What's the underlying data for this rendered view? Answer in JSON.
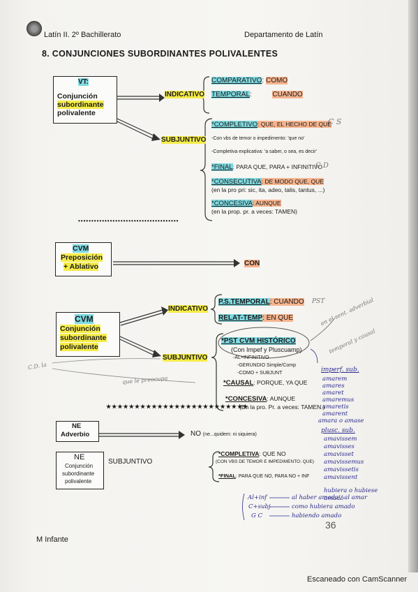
{
  "header": {
    "left": "Latín II. 2º Bachillerato",
    "right": "Departamento de Latín",
    "title": "8. CONJUNCIONES SUBORDINANTES POLIVALENTES"
  },
  "vt": {
    "tag": "VT:",
    "line1": "Conjunción",
    "line2": "subordinante",
    "line3": "polivalente",
    "indicativo": "INDICATIVO",
    "subjuntivo": "SUBJUNTIVO",
    "ind_items": [
      {
        "label": "COMPARATIVO",
        "sep": ":",
        "value": "COMO"
      },
      {
        "label": "TEMPORAL",
        "sep": ":",
        "value": "CUANDO"
      }
    ],
    "sub": {
      "completivo_label": "*COMPLETIVO",
      "completivo_value": ": QUE, EL HECHO DE QUE",
      "temor": "-Con vbs de temor o impedimento: 'que no'",
      "explicativa": "-Completiva explicativa: 'a saber, o sea, es decir'",
      "final_label": "*FINAL",
      "final_value": ": PARA QUE, PARA + INFINITIVO",
      "consec_label": "*CONSECUTIVA",
      "consec_value": ": DE MODO QUE, QUE",
      "consec_note": "(en la pro pri: sic, ita, adeo, talis, tantus, ...)",
      "conc_label": "*CONCESIVA",
      "conc_value": ": AUNQUE",
      "conc_note": "(en la prop. pr. a veces: TAMEN)"
    }
  },
  "cvm1": {
    "line1": "CVM",
    "line2": "Preposición",
    "line3": "+ Ablativo",
    "result": "CON"
  },
  "cvm2": {
    "line1": "CVM",
    "line2": "Conjunción",
    "line3": "subordinante",
    "line4": "polivalente",
    "indicativo": "INDICATIVO",
    "subjuntivo": "SUBJUNTIVO",
    "ind1_label": "P.S.TEMPORAL",
    "ind1_value": ": CUANDO",
    "ind2_label": "RELAT-TEMP",
    "ind2_value": ": EN QUE",
    "pst_label": "*PST CVM HISTÓRICO",
    "pst_note": "(Con Impef y Pluscuamp)",
    "pst_item1": "-AL+INFINITIVO",
    "pst_item2": "-GERUNDIO Simple/Comp",
    "pst_item3": "-COMO + SUBJUNT",
    "causal_label": "*CAUSAL",
    "causal_value": ": PORQUE, YA QUE",
    "conc_label": "*CONCESIVA",
    "conc_value": ": AUNQUE",
    "conc_note": "(En la pro. Pr. a veces: TAMEN.)"
  },
  "ne1": {
    "line1": "NE",
    "line2": "Adverbio",
    "value": "NO",
    "note": "(ne...quidem: ni siquiera)"
  },
  "ne2": {
    "line1": "NE",
    "line2": "Conjunción",
    "line3": "subordinante",
    "line4": "polivalente",
    "subjuntivo": "SUBJUNTIVO",
    "comp_label": "*COMPLETIVA",
    "comp_value": ": QUE NO",
    "comp_note": "(CON VBS DE TEMOR E IMPEDIMENTO: QUE)",
    "final_label": "*FINAL",
    "final_value": ": PARA QUE NO, PARA NO + INF"
  },
  "handwriting": {
    "cs1": "C S",
    "cs2": "C D",
    "pst_note1": "PST",
    "pst_note2": "en el sent. adverbial",
    "pst_note3": "temporal y causal",
    "impf_title": "imperf. sub.",
    "impf_list": [
      "amarem",
      "amares",
      "amaret",
      "amaremus",
      "amaretis",
      "amarent",
      "amara o amase"
    ],
    "plusc_title": "plusc. sub.",
    "plusc_list": [
      "amavissem",
      "amavisses",
      "amavisset",
      "amavissemus",
      "amavissetis",
      "amavissent",
      "hubiera o hubiese amado"
    ],
    "legend1_left": "Al+inf",
    "legend1_right": "al haber amado / al amar",
    "legend2_left": "C+subj",
    "legend2_right": "como hubiera amado",
    "legend3_left": "G C",
    "legend3_right": "habiendo amado",
    "left_note1": "C.D. la",
    "left_note2": "que le preocupa"
  },
  "footer": {
    "author": "M   Infante",
    "page": "36",
    "scanner": "Escaneado con CamScanner"
  }
}
